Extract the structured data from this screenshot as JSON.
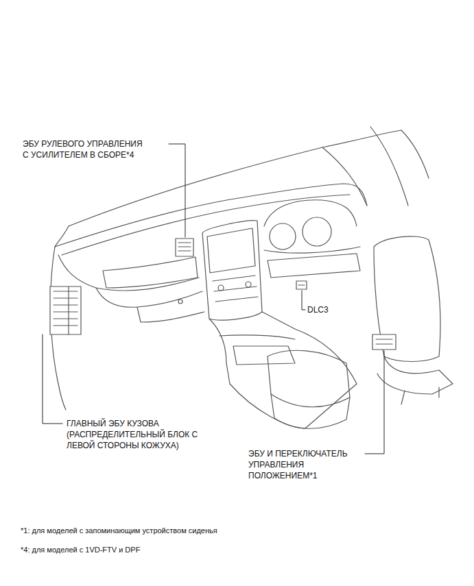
{
  "diagram": {
    "labels": [
      "ЭБУ РУЛЕВОГО УПРАВЛЕНИЯ С УСИЛИТЕЛЕМ В СБОРЕ*4",
      "DLC3",
      "ГЛАВНЫЙ ЭБУ КУЗОВА (РАСПРЕДЕЛИТЕЛЬНЫЙ БЛОК С ЛЕВОЙ СТОРОНЫ КОЖУХА)",
      "ЭБУ И ПЕРЕКЛЮЧАТЕЛЬ УПРАВЛЕНИЯ ПОЛОЖЕНИЕМ*1",
      "*1: для моделей с запоминающим устройством сиденья",
      "*4: для моделей с 1VD-FTV и DPF"
    ]
  }
}
